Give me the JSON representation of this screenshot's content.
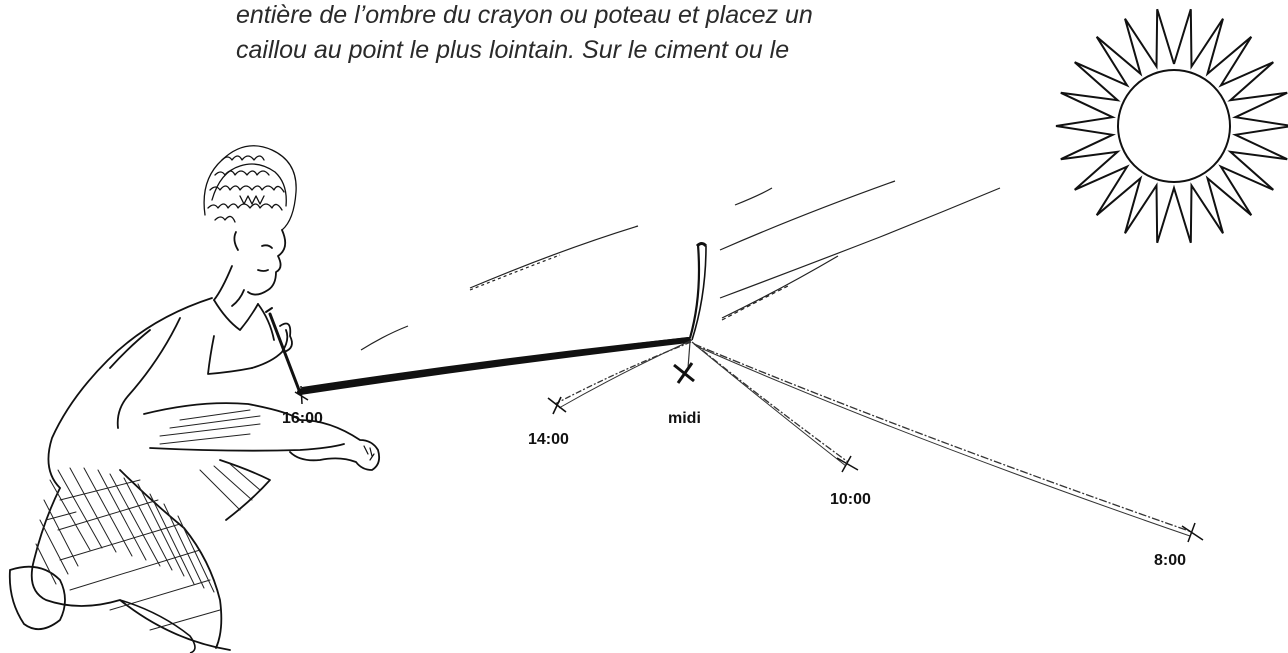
{
  "text": {
    "line1": "entière de l’ombre du crayon ou poteau et placez un",
    "line2": "caillou au point le plus lointain. Sur le ciment ou le"
  },
  "illustration": {
    "time_labels": {
      "t1600": "16:00",
      "t1400": "14:00",
      "midi": "midi",
      "t1000": "10:00",
      "t800": "8:00"
    },
    "icons": [
      "sun-icon",
      "person-drawing",
      "stick",
      "shadow-line",
      "marker-x"
    ],
    "colors": {
      "ink": "#111111",
      "paper": "#ffffff",
      "text": "#2a2a2a"
    }
  }
}
